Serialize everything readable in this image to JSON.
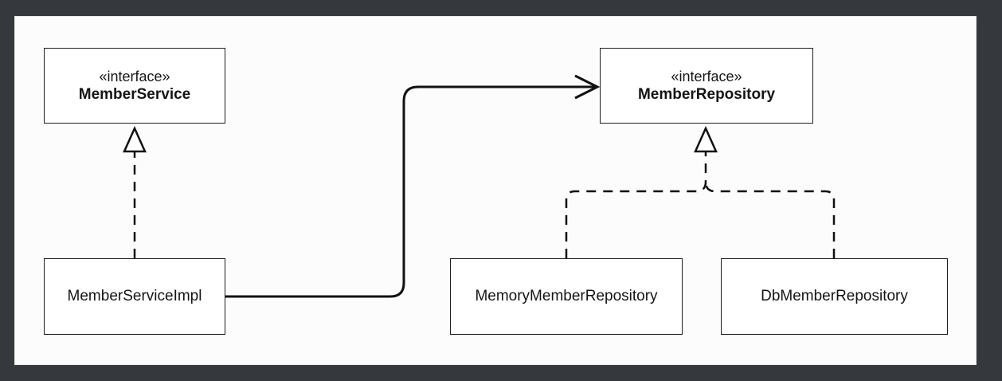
{
  "diagram": {
    "member_service": {
      "stereotype": "«interface»",
      "name": "MemberService"
    },
    "member_repository": {
      "stereotype": "«interface»",
      "name": "MemberRepository"
    },
    "member_service_impl": {
      "name": "MemberServiceImpl"
    },
    "memory_member_repository": {
      "name": "MemoryMemberRepository"
    },
    "db_member_repository": {
      "name": "DbMemberRepository"
    }
  }
}
